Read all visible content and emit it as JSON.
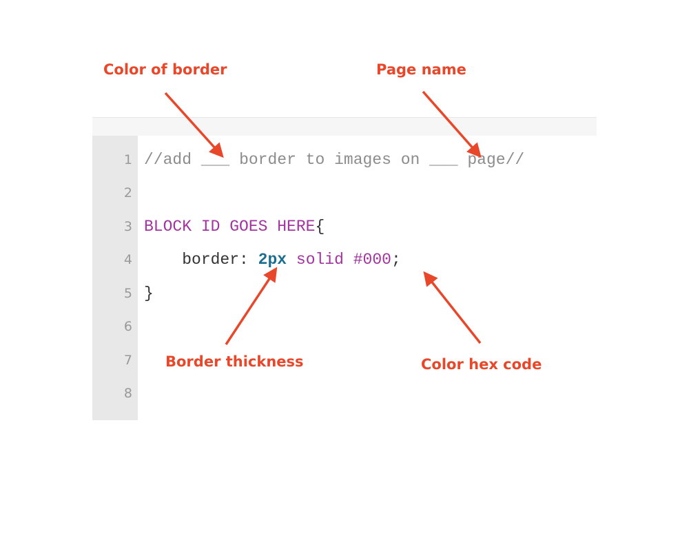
{
  "annotations": {
    "color_of_border": "Color of border",
    "page_name": "Page name",
    "border_thickness": "Border thickness",
    "color_hex_code": "Color hex code"
  },
  "colors": {
    "annotation": "#e8472a",
    "gutter": "#e8e8e8",
    "comment": "#8c8c8c",
    "selector": "#a3339e",
    "number": "#1b6e8f"
  },
  "editor": {
    "line_numbers": [
      "1",
      "2",
      "3",
      "4",
      "5",
      "6",
      "7",
      "8"
    ],
    "line1": {
      "comment_start": "//add",
      "blank1": "___",
      "comment_mid": "border to images on",
      "blank2": "___",
      "comment_end": "page//"
    },
    "line3": {
      "selector": "BLOCK ID GOES HERE",
      "open_brace": "{"
    },
    "line4": {
      "property": "border:",
      "thickness": "2px",
      "style": "solid",
      "hex": "#000",
      "semicolon": ";"
    },
    "line5": {
      "close_brace": "}"
    }
  }
}
